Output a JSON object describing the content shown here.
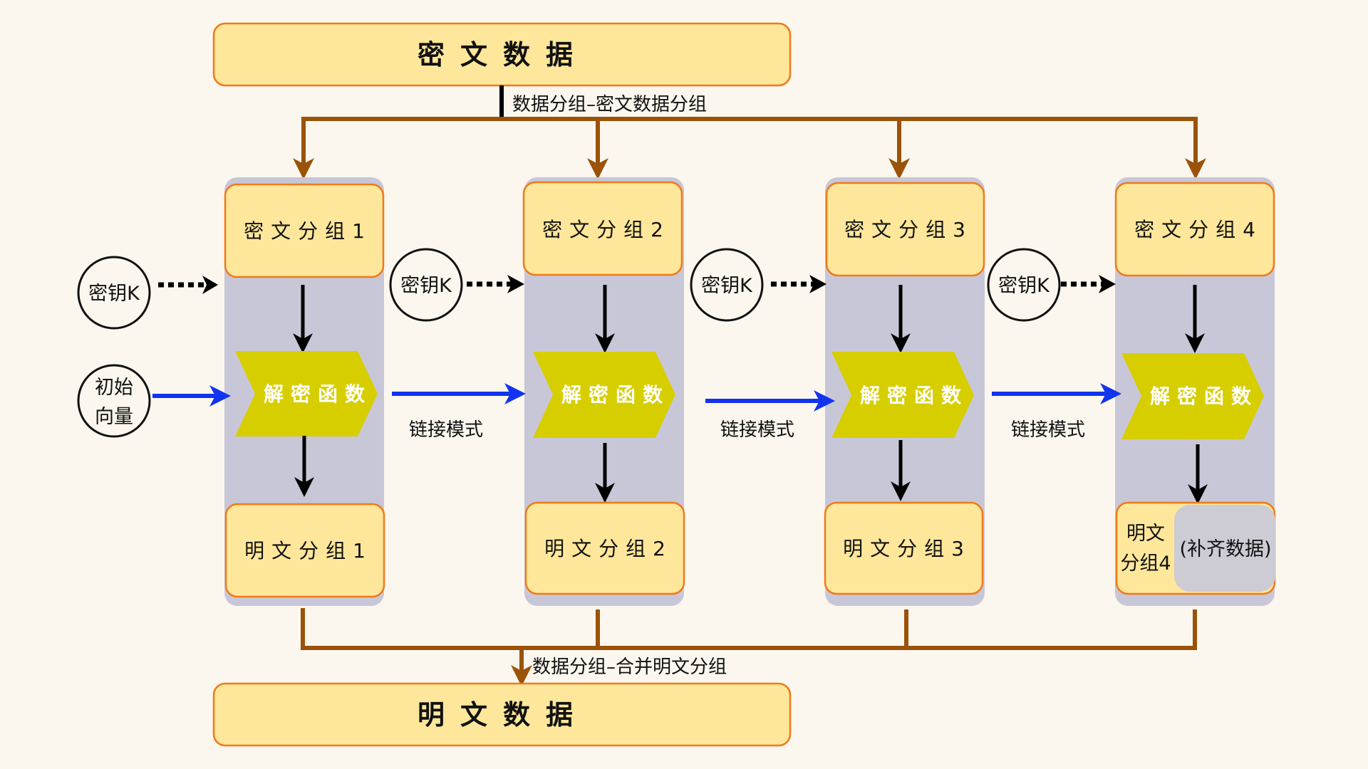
{
  "colors": {
    "background": "#fbf7ee",
    "box_fill": "#fee79a",
    "box_stroke": "#f07a1a",
    "column_fill": "#c8c7d8",
    "function_fill": "#d7ce00",
    "split_merge_line": "#9a5308",
    "chain_arrow": "#1233f0",
    "padding_fill": "#cdcbd4"
  },
  "top_box": {
    "label": "密文数据"
  },
  "split_label": "数据分组–密文数据分组",
  "bottom_box": {
    "label": "明文数据"
  },
  "merge_label": "数据分组–合并明文分组",
  "iv": {
    "line1": "初始",
    "line2": "向量"
  },
  "key_label": "密钥K",
  "chain_label": "链接模式",
  "function_label": "解密函数",
  "columns": [
    {
      "cipher": "密文分组1",
      "plain": "明文分组1"
    },
    {
      "cipher": "密文分组2",
      "plain": "明文分组2"
    },
    {
      "cipher": "密文分组3",
      "plain": "明文分组3"
    },
    {
      "cipher": "密文分组4",
      "plain_line1": "明文",
      "plain_line2": "分组4",
      "padding": "(补齐数据)"
    }
  ]
}
